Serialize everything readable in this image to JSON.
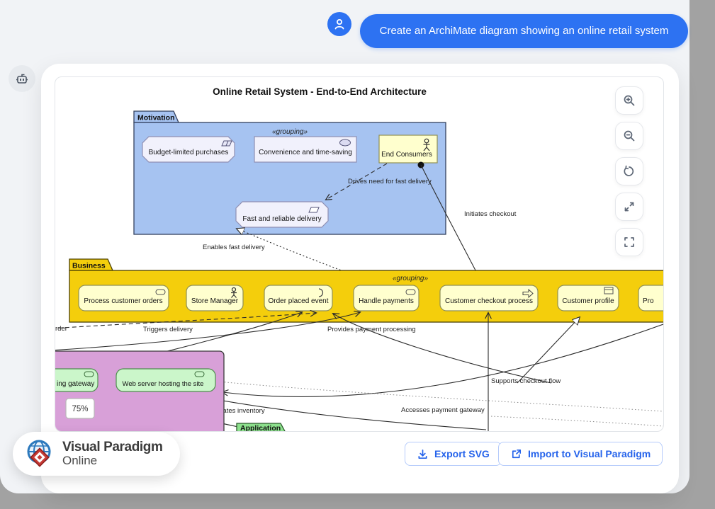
{
  "chat": {
    "user_message": "Create an ArchiMate diagram showing an online retail system"
  },
  "diagram": {
    "title": "Online Retail System - End-to-End Architecture",
    "motivation": {
      "tab": "Motivation",
      "stereotype": "«grouping»",
      "elements": {
        "budget": "Budget-limited purchases",
        "convenience": "Convenience and time-saving",
        "consumers": "End Consumers",
        "delivery": "Fast and reliable delivery"
      }
    },
    "business": {
      "tab": "Business",
      "stereotype": "«grouping»",
      "elements": {
        "process_orders": "Process customer orders",
        "store_manager": "Store Manager",
        "order_event": "Order placed event",
        "handle_payments": "Handle payments",
        "checkout": "Customer checkout process",
        "profile": "Customer profile",
        "clipped": "Pro"
      }
    },
    "technology": {
      "gateway_clipped": "ing gateway",
      "web_server": "Web server hosting the site",
      "progress": "75%"
    },
    "application": {
      "tab": "Application"
    },
    "relations": {
      "drives": "Drives need for fast delivery",
      "initiates": "Initiates checkout",
      "enables": "Enables fast delivery",
      "order_clipped": "rder",
      "triggers": "Triggers delivery",
      "provides": "Provides payment processing",
      "supports": "Supports checkout flow",
      "updates": "Updates inventory",
      "accesses": "Accesses payment gateway"
    }
  },
  "footer": {
    "export_label": "Export SVG",
    "import_label": "Import to Visual Paradigm",
    "logo_line1": "Visual Paradigm",
    "logo_line2": "Online"
  },
  "colors": {
    "accent": "#2d72f2",
    "motivation_fill": "#a6c3f1",
    "motivation_node": "#f1f1fc",
    "business_fill": "#f4ce0c",
    "business_node": "#ffffce",
    "technology_fill": "#d8a0d8",
    "technology_node": "#cbf6ca",
    "application_fill": "#8ce08c"
  }
}
